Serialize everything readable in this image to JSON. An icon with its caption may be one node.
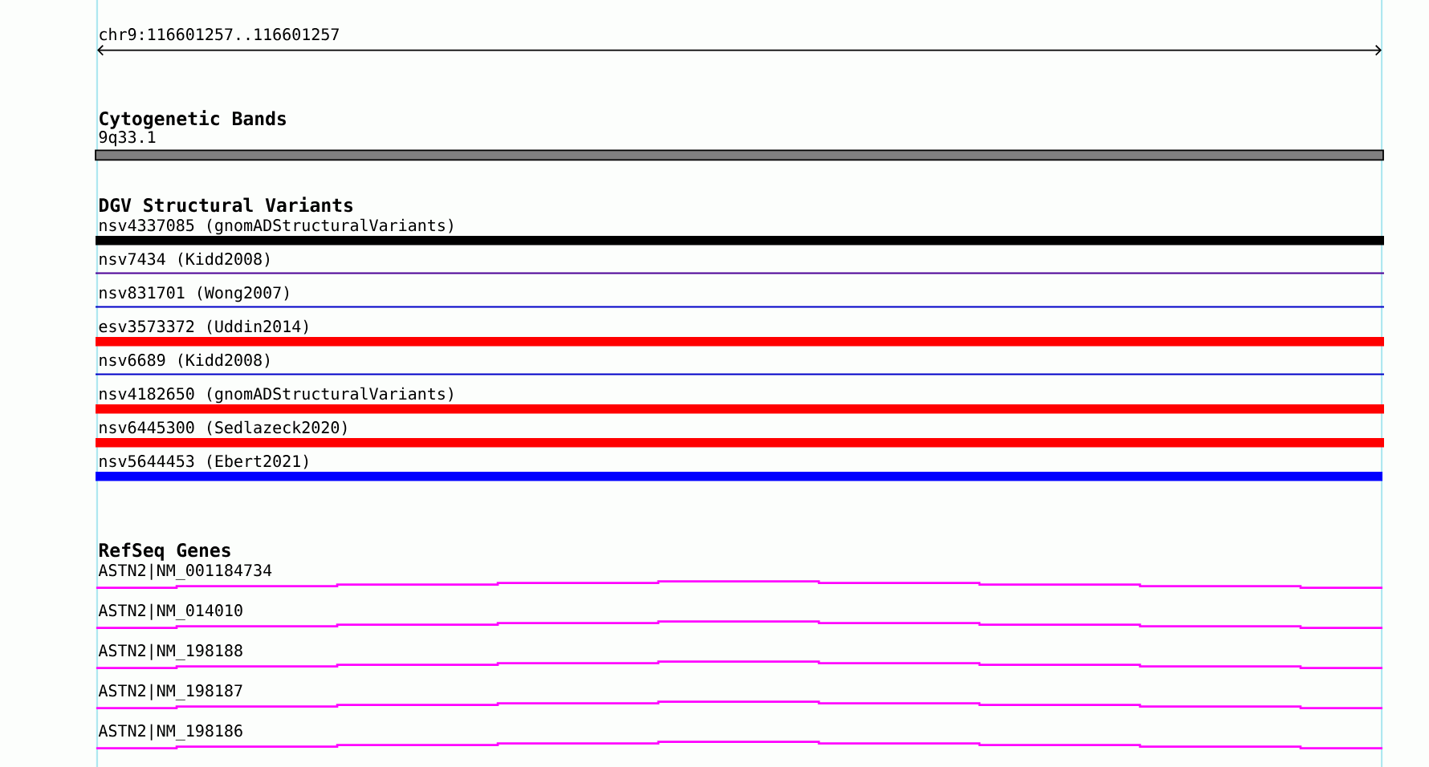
{
  "diagram": {
    "labels": [
      "chr9:116601257..116601257",
      "Cytogenetic Bands",
      "9q33.1",
      "DGV Structural Variants",
      "nsv4337085 (gnomADStructuralVariants)",
      "nsv7434 (Kidd2008)",
      "nsv831701 (Wong2007)",
      "esv3573372 (Uddin2014)",
      "nsv6689 (Kidd2008)",
      "nsv4182650 (gnomADStructuralVariants)",
      "nsv6445300 (Sedlazeck2020)",
      "nsv5644453 (Ebert2021)",
      "RefSeq Genes",
      "ASTN2|NM_001184734",
      "ASTN2|NM_014010",
      "ASTN2|NM_198188",
      "ASTN2|NM_198187",
      "ASTN2|NM_198186"
    ]
  }
}
